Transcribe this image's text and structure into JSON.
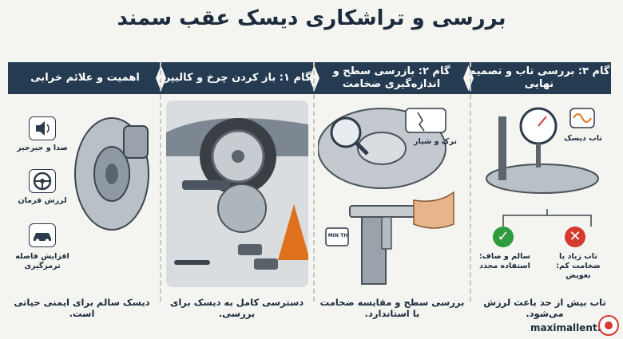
{
  "title": "بررسی و تراشکاری دیسک عقب سمند",
  "sections": [
    {
      "header": "اهمیت و علائم خرابی",
      "caption": "دیسک سالم برای ایمنی حیاتی است."
    },
    {
      "header": "گام ۱: باز کردن چرخ و کالیپر",
      "caption": "دسترسی کامل به دیسک برای بررسی."
    },
    {
      "header": "گام ۲: بازرسی سطح و اندازه‌گیری ضخامت",
      "caption": "بررسی سطح و مقایسه ضخامت با استاندارد."
    },
    {
      "header": "گام ۳: بررسی تاب و تصمیم نهایی",
      "caption": "تاب بیش از حد باعث لرزش می‌شود."
    }
  ],
  "symptoms": [
    {
      "label": "صدا و جیرجیر",
      "icon": "speaker-icon"
    },
    {
      "label": "لرزش فرمان",
      "icon": "steering-wheel-icon"
    },
    {
      "label": "افزایش فاصله ترمزگیری",
      "icon": "car-icon"
    }
  ],
  "inspection": {
    "crack_label": "ترک و شیار",
    "gauge_label": "MIN TH"
  },
  "runout": {
    "label": "تاب دیسک",
    "ok_label": "سالم و صاف: استفاده مجدد",
    "bad_label": "تاب زیاد یا ضخامت کم: تعویض"
  },
  "footer": "maximallent.ir",
  "colors": {
    "header": "#243b52",
    "ok": "#2e9b3c",
    "bad": "#d43a2f",
    "accent": "#e0711c"
  }
}
